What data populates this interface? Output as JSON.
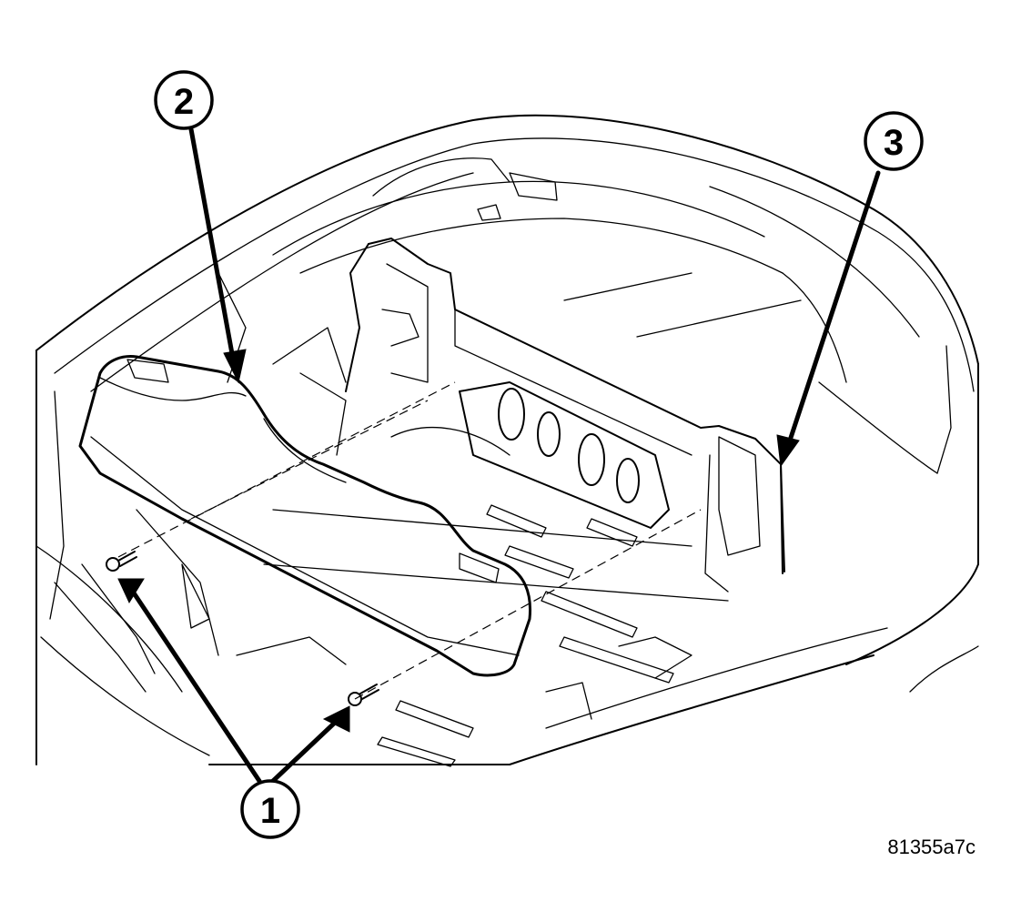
{
  "callouts": [
    {
      "id": "1",
      "label": "1"
    },
    {
      "id": "2",
      "label": "2"
    },
    {
      "id": "3",
      "label": "3"
    }
  ],
  "reference_code": "81355a7c"
}
